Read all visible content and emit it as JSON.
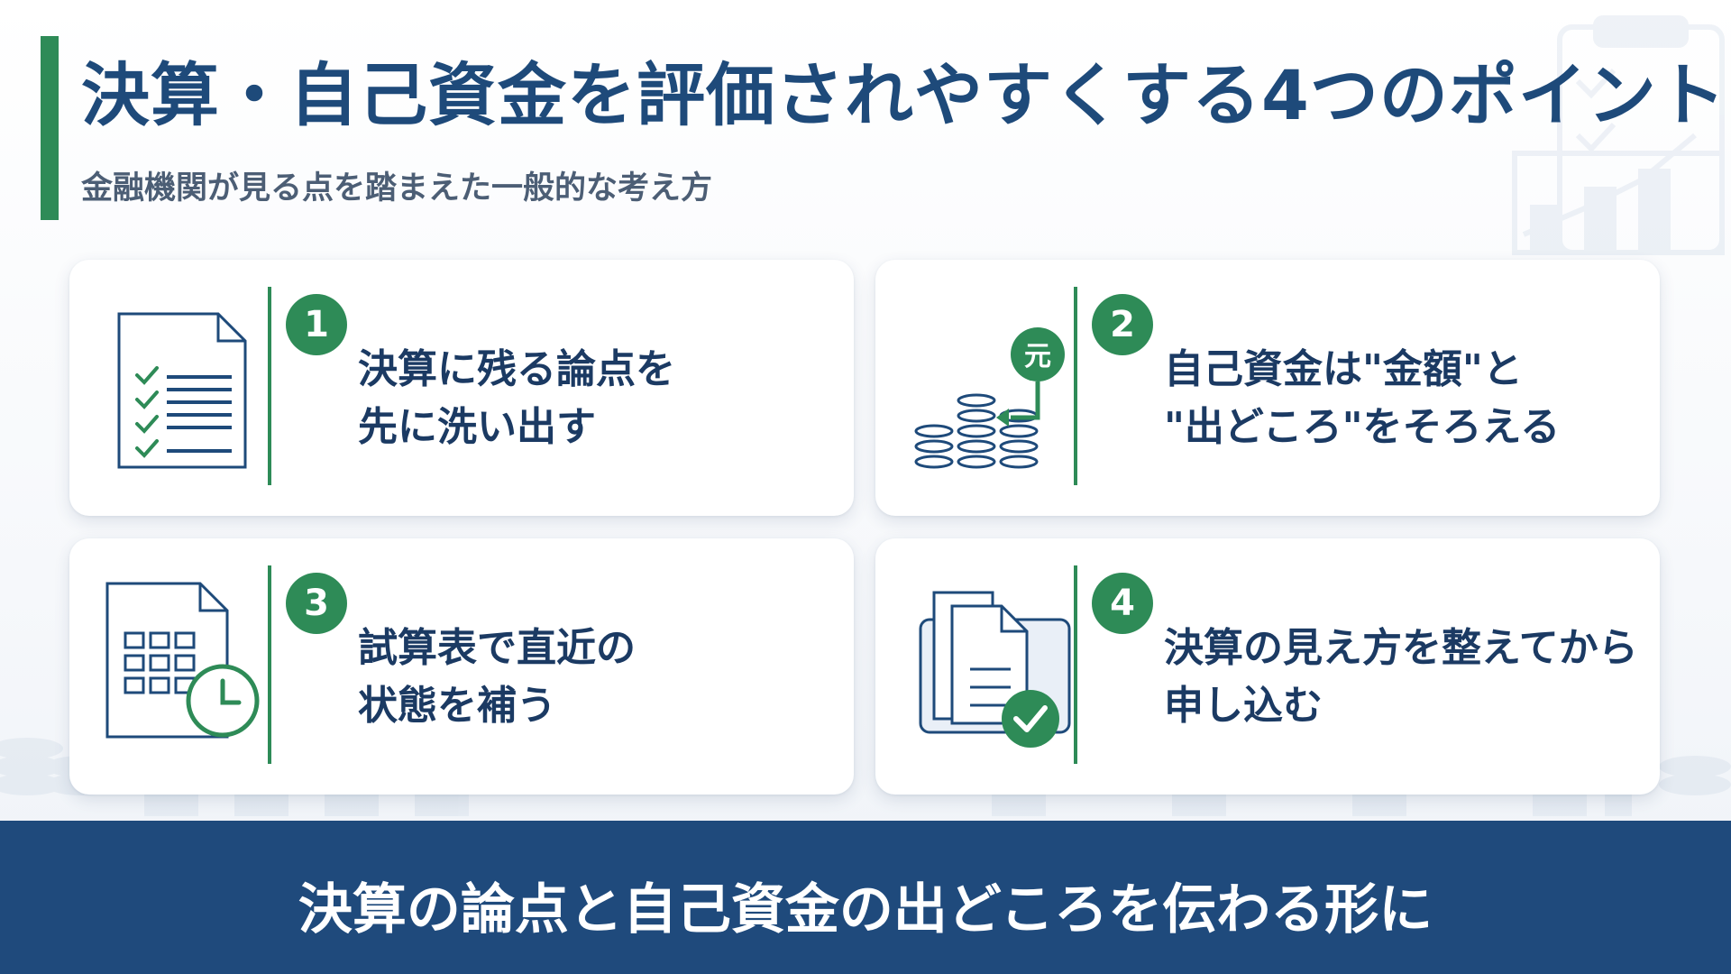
{
  "header": {
    "title": "決算・自己資金を評価されやすくする4つのポイント",
    "subtitle": "金融機関が見る点を踏まえた一般的な考え方"
  },
  "cards": [
    {
      "number": "1",
      "line1": "決算に残る論点を",
      "line2": "先に洗い出す",
      "icon": "checklist-document-icon"
    },
    {
      "number": "2",
      "line1": "自己資金は\"金額\"と",
      "line2": "\"出どころ\"をそろえる",
      "icon": "coin-stacks-icon",
      "icon_label": "元"
    },
    {
      "number": "3",
      "line1": "試算表で直近の",
      "line2": "状態を補う",
      "icon": "spreadsheet-clock-icon"
    },
    {
      "number": "4",
      "line1": "決算の見え方を整えてから",
      "line2": "申し込む",
      "icon": "documents-check-icon"
    }
  ],
  "footer": {
    "text": "決算の論点と自己資金の出どころを伝わる形に"
  },
  "colors": {
    "navy": "#1e4a7a",
    "green": "#2e8b57",
    "footer_bg": "#1f4a7c"
  }
}
